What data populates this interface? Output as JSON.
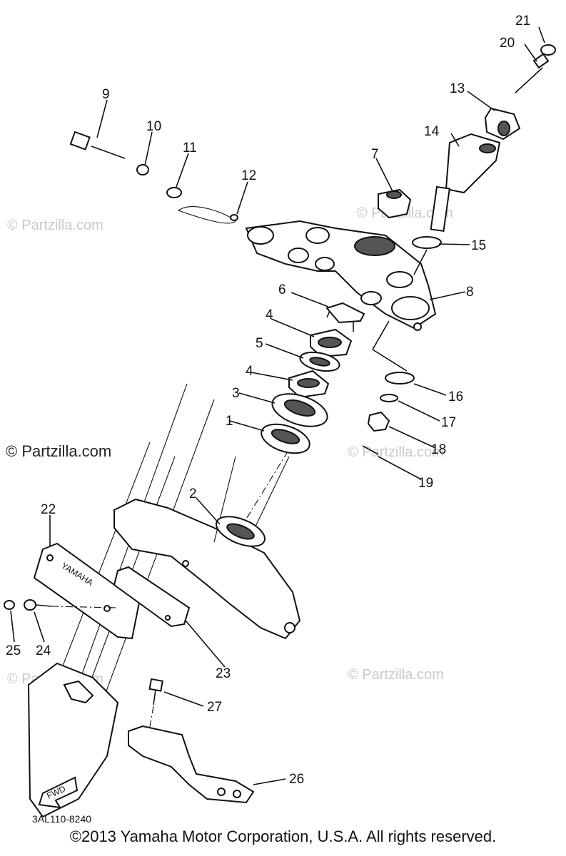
{
  "watermarks": {
    "primary": "© Partzilla.com",
    "faint": [
      "© Partzilla.com",
      "© Partzilla.com",
      "© Partzilla.com",
      "© Partzilla.com",
      "© Partzilla.com"
    ]
  },
  "part_labels": [
    "1",
    "2",
    "3",
    "4",
    "4",
    "5",
    "6",
    "7",
    "8",
    "9",
    "10",
    "11",
    "12",
    "13",
    "14",
    "15",
    "16",
    "17",
    "18",
    "19",
    "20",
    "21",
    "22",
    "23",
    "24",
    "25",
    "26",
    "27"
  ],
  "stamp_text": "YAMAHA",
  "fwd_text": "FWD",
  "diagram_code": "3AL110-8240",
  "copyright": "©2013 Yamaha Motor Corporation, U.S.A. All rights reserved."
}
